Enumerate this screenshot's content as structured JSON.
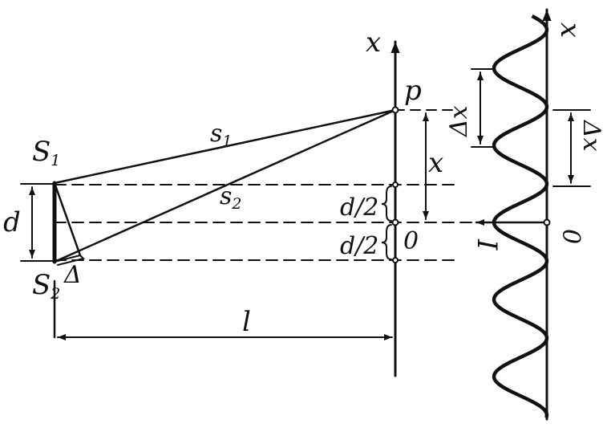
{
  "colors": {
    "ink": "#111111",
    "background": "#ffffff"
  },
  "labels": {
    "source_1": "S",
    "source_1_sub": "1",
    "source_2": "S",
    "source_2_sub": "2",
    "separation": "d",
    "path_1": "s",
    "path_1_sub": "1",
    "path_2": "s",
    "path_2_sub": "2",
    "path_difference": "Δ",
    "screen_axis": "x",
    "point": "p",
    "displacement": "x",
    "half_sep_upper": "d/2",
    "half_sep_lower": "d/2",
    "origin_screen": "0",
    "distance": "l",
    "intensity_axis": "x",
    "fringe_spacing_left": "Δx",
    "fringe_spacing_right": "Δx",
    "intensity": "I",
    "origin_intensity": "0"
  }
}
